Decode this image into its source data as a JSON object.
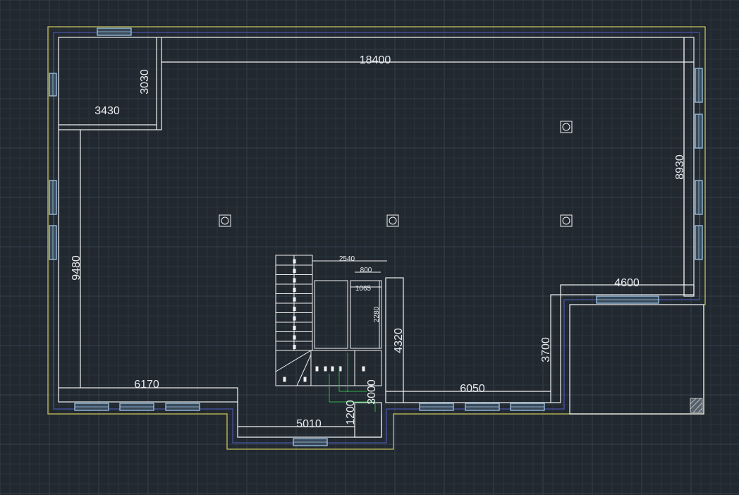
{
  "drawing": {
    "colors": {
      "background": "#212830",
      "grid_minor": "#2b333c",
      "grid_major": "#38414b",
      "wall": "#f2f2f2",
      "outline": "#c9c45a",
      "inner_outline": "#4a56a8",
      "window": "#9ec6e6",
      "stair_guide": "#2fb24a",
      "dimension_text": "#e9ecef"
    },
    "dimensions": {
      "overall_width": "18400",
      "top_left_room_height": "3030",
      "top_left_room_width": "3430",
      "right_wall_height": "8930",
      "left_wall_height": "9480",
      "bay_width": "4600",
      "bay_height": "3700",
      "bottom_left_width": "6170",
      "bottom_right_width": "6050",
      "entrance_width": "5010",
      "entrance_depth": "1200",
      "stair_guide_height": "3000",
      "stair_core_height": "4320",
      "stair_width": "2540",
      "shaft_width_a": "800",
      "shaft_width_b": "1065",
      "shaft_height": "2280"
    },
    "symbols": [
      "column-icon",
      "hatch-icon"
    ]
  }
}
